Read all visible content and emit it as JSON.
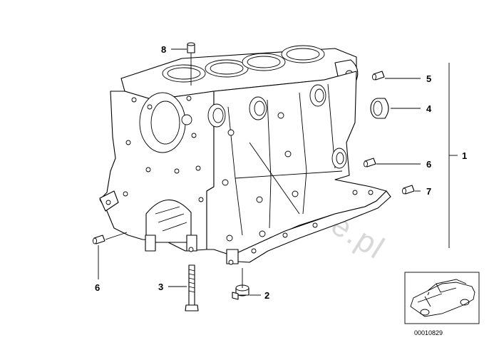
{
  "diagram": {
    "callouts": [
      {
        "id": "1",
        "label": "1"
      },
      {
        "id": "2",
        "label": "2"
      },
      {
        "id": "3",
        "label": "3"
      },
      {
        "id": "4",
        "label": "4"
      },
      {
        "id": "5",
        "label": "5"
      },
      {
        "id": "6a",
        "label": "6"
      },
      {
        "id": "6b",
        "label": "6"
      },
      {
        "id": "7",
        "label": "7"
      },
      {
        "id": "8",
        "label": "8"
      }
    ],
    "watermark": "www.BMWstore.pl",
    "thumbnail": {
      "code": "00010829"
    }
  }
}
